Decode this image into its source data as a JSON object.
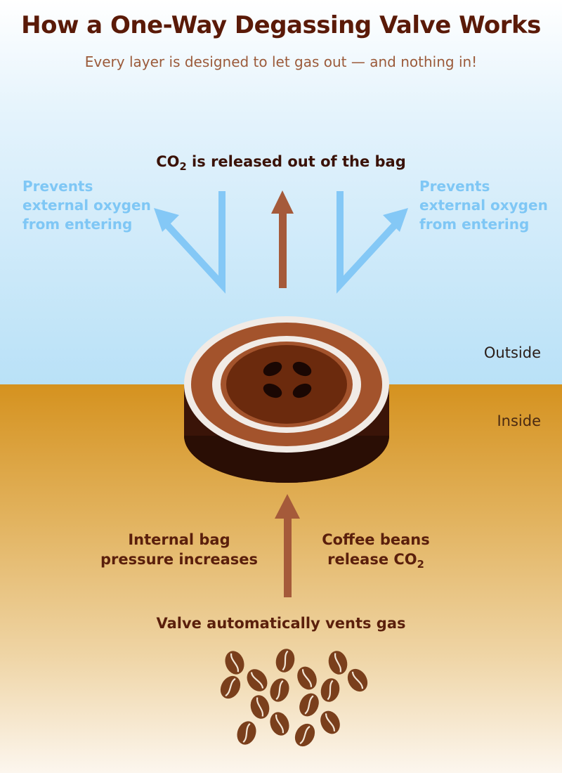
{
  "header": {
    "title": "How a One-Way Degassing Valve Works",
    "subtitle": "Every layer is designed to let gas out — and nothing in!"
  },
  "top": {
    "release_prefix": "CO",
    "release_sub": "2",
    "release_suffix": " is released out of the bag",
    "prevent_left": [
      "Prevents",
      "external oxygen",
      "from entering"
    ],
    "prevent_right": [
      "Prevents",
      "external oxygen",
      "from entering"
    ]
  },
  "zones": {
    "outside": "Outside",
    "inside": "Inside"
  },
  "inside": {
    "pressure": [
      "Internal bag",
      "pressure increases"
    ],
    "beans_release_line1": "Coffee beans",
    "beans_release_line2_prefix": "release CO",
    "beans_release_line2_sub": "2",
    "vents": "Valve  automatically vents gas"
  },
  "colors": {
    "brown_arrow": "#a55a3a",
    "blue_arrow": "#84c8f6",
    "valve_ring": "#a3532c",
    "valve_white": "#f1ebe6",
    "valve_center": "#6b2a0d",
    "bean": "#7a3f1c"
  }
}
